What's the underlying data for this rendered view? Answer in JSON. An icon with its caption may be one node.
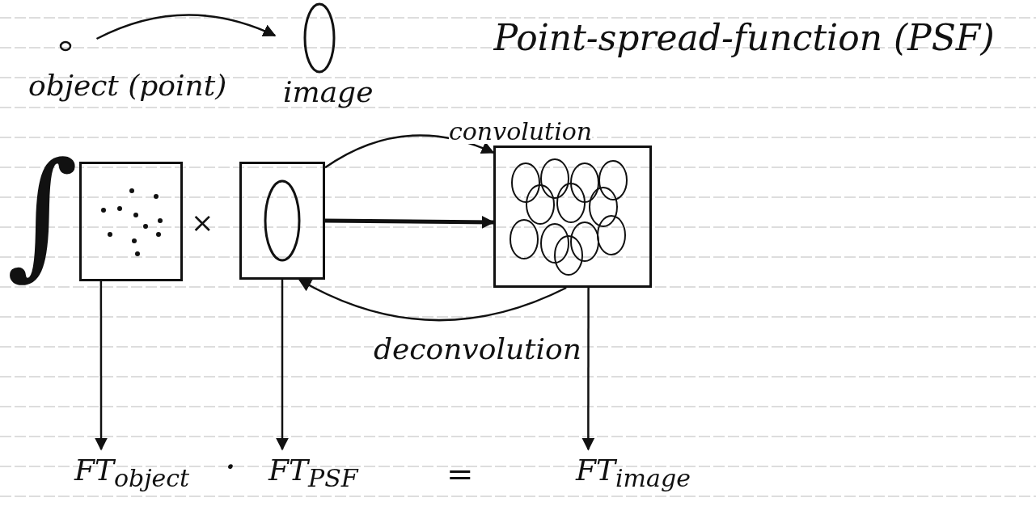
{
  "diagram": {
    "nodes": [
      {
        "text": [
          "object (point)"
        ]
      },
      {
        "text": [
          "image"
        ]
      },
      {
        "text": [],
        "shape": "box"
      },
      {
        "text": [],
        "shape": "box"
      },
      {
        "text": [],
        "shape": "box"
      },
      {
        "text": [
          "FT$_{object}$"
        ]
      },
      {
        "text": [
          "FT$_{PSF}$"
        ]
      },
      {
        "text": [
          "FT$_{image}$"
        ]
      }
    ],
    "edges": [
      {
        "from": 0,
        "to": 1,
        "arrow": "to"
      },
      {
        "from": 3,
        "to": 4,
        "arrow": "to",
        "label": "convolution"
      },
      {
        "from": 3,
        "to": 4,
        "arrow": "to",
        "style": "thick"
      },
      {
        "from": 4,
        "to": 3,
        "arrow": "to",
        "label": "deconvolution"
      },
      {
        "from": 2,
        "to": 5,
        "arrow": "to"
      },
      {
        "from": 3,
        "to": 6,
        "arrow": "to"
      },
      {
        "from": 4,
        "to": 7,
        "arrow": "to"
      }
    ],
    "labels": [
      "Point-spread-function (PSF)",
      "∫",
      "×",
      "·",
      "="
    ]
  }
}
